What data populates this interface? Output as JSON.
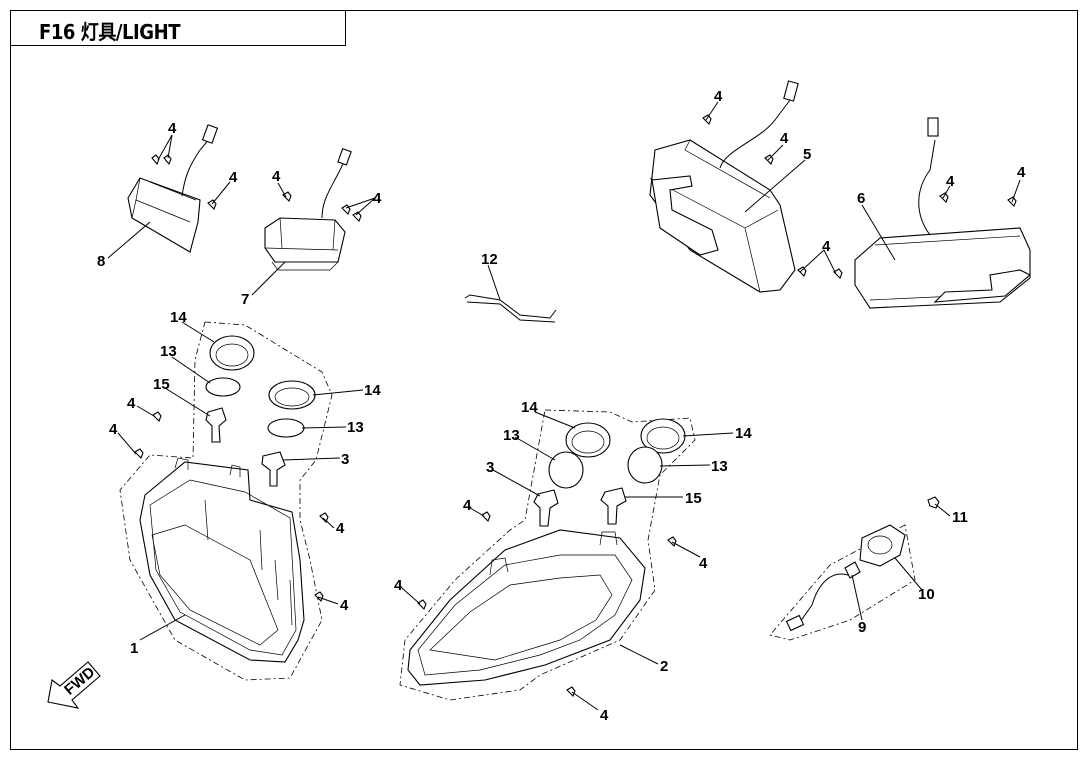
{
  "title": "F16 灯具/LIGHT",
  "fwd_label": "FWD",
  "callouts": {
    "c1": "1",
    "c2": "2",
    "c3a": "3",
    "c3b": "3",
    "c4": "4",
    "c5": "5",
    "c6": "6",
    "c7": "7",
    "c8": "8",
    "c9": "9",
    "c10": "10",
    "c11": "11",
    "c12": "12",
    "c13a": "13",
    "c13b": "13",
    "c13c": "13",
    "c13d": "13",
    "c14a": "14",
    "c14b": "14",
    "c14c": "14",
    "c14d": "14",
    "c15a": "15",
    "c15b": "15"
  }
}
